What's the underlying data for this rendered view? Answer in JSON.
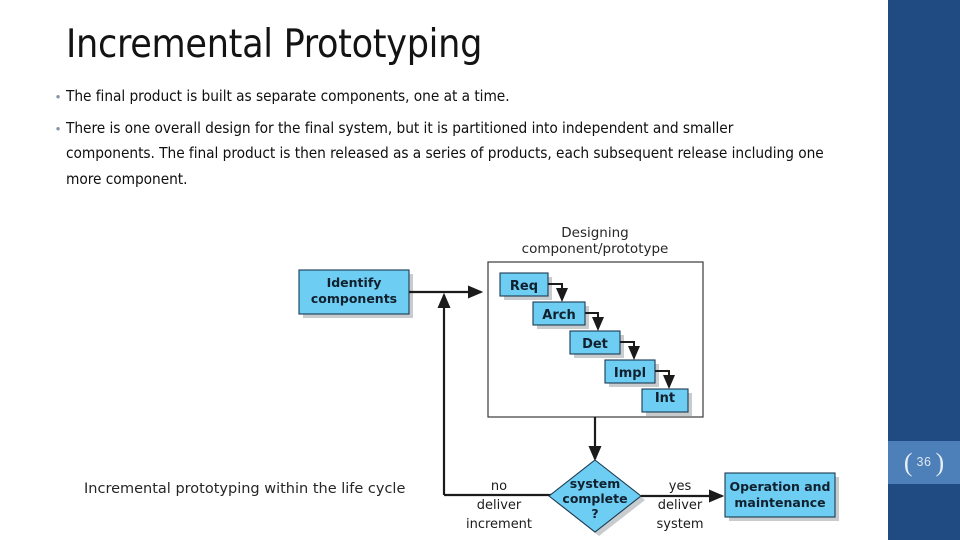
{
  "slide": {
    "title": "Incremental Prototyping",
    "page_number": "36",
    "bracket_left": "(",
    "bracket_right": ")",
    "accent_color": "#1f4b82",
    "page_block_color": "#4d7fb8",
    "node_fill_color": "#6ecdf2",
    "node_stroke_color": "#1b3b52",
    "bullet_glyph": "•"
  },
  "bullets": [
    {
      "text": "The final product is built as separate components, one at a time."
    },
    {
      "text": "There is one overall design for the final system, but it is partitioned into independent and smaller components. The final product is then released as a series of products, each subsequent release including one more component."
    }
  ],
  "diagram": {
    "caption": "Incremental prototyping within the life cycle",
    "group_title_line1": "Designing",
    "group_title_line2": "component/prototype",
    "nodes": {
      "identify": {
        "line1": "Identify",
        "line2": "components"
      },
      "operation": {
        "line1": "Operation and",
        "line2": "maintenance"
      },
      "decision": {
        "line1": "system",
        "line2": "complete",
        "line3": "?"
      }
    },
    "stair_nodes": [
      {
        "label": "Req"
      },
      {
        "label": "Arch"
      },
      {
        "label": "Det"
      },
      {
        "label": "Impl"
      },
      {
        "label": "Int"
      }
    ],
    "edge_labels": {
      "no_line1": "no",
      "no_line2": "deliver",
      "no_line3": "increment",
      "yes_line1": "yes",
      "yes_line2": "deliver",
      "yes_line3": "system"
    }
  }
}
